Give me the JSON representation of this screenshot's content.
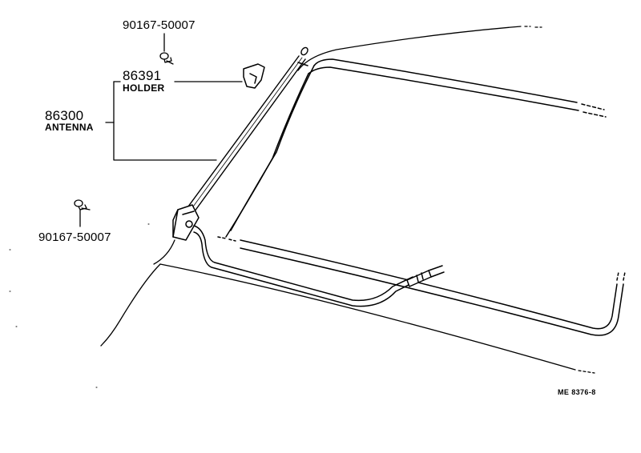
{
  "parts": {
    "bolt_top": {
      "number": "90167-50007"
    },
    "holder": {
      "number": "86391",
      "name": "HOLDER"
    },
    "antenna": {
      "number": "86300",
      "name": "ANTENNA"
    },
    "bolt_bottom": {
      "number": "90167-50007"
    }
  },
  "reference_code": "ME 8376-8"
}
